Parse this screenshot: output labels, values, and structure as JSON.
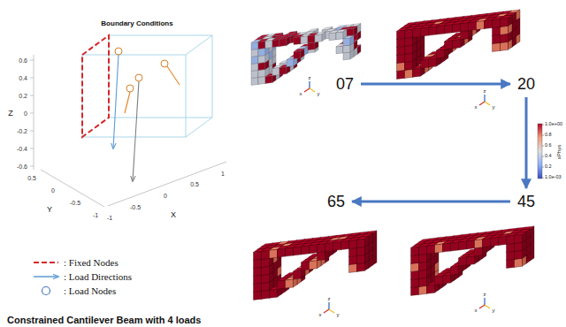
{
  "diagram": {
    "title": "Boundary Conditions",
    "caption": "Constrained Cantilever Beam with 4 loads",
    "nodes": [
      {
        "text": [
          "07"
        ]
      },
      {
        "text": [
          "20"
        ]
      },
      {
        "text": [
          "45"
        ]
      },
      {
        "text": [
          "65"
        ]
      }
    ],
    "edges": [
      {
        "from": 0,
        "to": 1,
        "arrow": "to"
      },
      {
        "from": 1,
        "to": 2,
        "arrow": "to"
      },
      {
        "from": 2,
        "to": 3,
        "arrow": "to"
      }
    ],
    "labels": [
      "0.6",
      "0.4",
      "0.2",
      "0",
      "-0.2",
      "-0.4",
      "-0.6",
      "Z",
      "0.5",
      "0",
      "-0.5",
      "-1",
      "Y",
      "-1",
      "-0.5",
      "0",
      "0.5",
      "1",
      "X",
      "z",
      "x",
      "y",
      "z",
      "x",
      "y",
      "z",
      "x",
      "y",
      "z",
      "x",
      "y",
      "1.0e+00",
      "0.8",
      "0.6",
      "0.4",
      "0.2",
      "1.0e-03",
      "xPhys"
    ],
    "legend": [
      {
        "text": ": Fixed Nodes"
      },
      {
        "text": ": Load Directions"
      },
      {
        "text": ": Load Nodes"
      }
    ]
  }
}
